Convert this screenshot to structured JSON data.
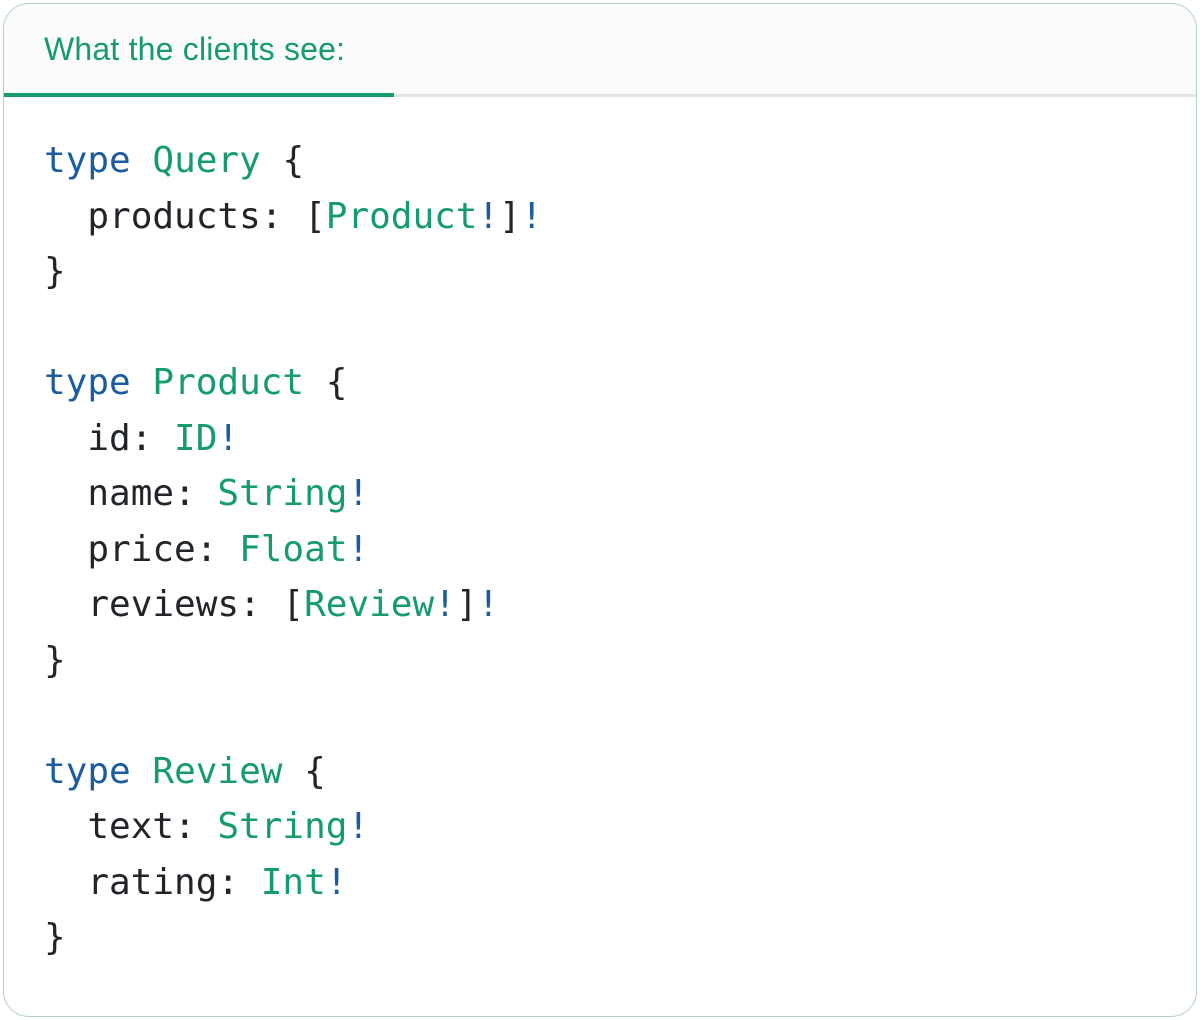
{
  "header": {
    "tab_label": "What the clients see:"
  },
  "colors": {
    "keyword": "#1a5c9f",
    "type_name": "#169a72",
    "plain": "#212529",
    "bang": "#1a5c9f",
    "tab_text": "#169a72",
    "tab_underline": "#169a72",
    "header_divider": "#e4e4e4",
    "header_bg": "#fbfbfb",
    "card_border": "#b2d4c3",
    "card_bg": "#ffffff"
  },
  "code": {
    "language": "graphql",
    "lines": [
      {
        "tokens": [
          [
            "keyword",
            "type"
          ],
          [
            "plain",
            " "
          ],
          [
            "type_name",
            "Query"
          ],
          [
            "plain",
            " {"
          ]
        ]
      },
      {
        "tokens": [
          [
            "plain",
            "  products: ["
          ],
          [
            "type_name",
            "Product"
          ],
          [
            "bang",
            "!"
          ],
          [
            "plain",
            "]"
          ],
          [
            "bang",
            "!"
          ]
        ]
      },
      {
        "tokens": [
          [
            "plain",
            "}"
          ]
        ]
      },
      {
        "tokens": []
      },
      {
        "tokens": [
          [
            "keyword",
            "type"
          ],
          [
            "plain",
            " "
          ],
          [
            "type_name",
            "Product"
          ],
          [
            "plain",
            " {"
          ]
        ]
      },
      {
        "tokens": [
          [
            "plain",
            "  id: "
          ],
          [
            "type_name",
            "ID"
          ],
          [
            "bang",
            "!"
          ]
        ]
      },
      {
        "tokens": [
          [
            "plain",
            "  name: "
          ],
          [
            "type_name",
            "String"
          ],
          [
            "bang",
            "!"
          ]
        ]
      },
      {
        "tokens": [
          [
            "plain",
            "  price: "
          ],
          [
            "type_name",
            "Float"
          ],
          [
            "bang",
            "!"
          ]
        ]
      },
      {
        "tokens": [
          [
            "plain",
            "  reviews: ["
          ],
          [
            "type_name",
            "Review"
          ],
          [
            "bang",
            "!"
          ],
          [
            "plain",
            "]"
          ],
          [
            "bang",
            "!"
          ]
        ]
      },
      {
        "tokens": [
          [
            "plain",
            "}"
          ]
        ]
      },
      {
        "tokens": []
      },
      {
        "tokens": [
          [
            "keyword",
            "type"
          ],
          [
            "plain",
            " "
          ],
          [
            "type_name",
            "Review"
          ],
          [
            "plain",
            " {"
          ]
        ]
      },
      {
        "tokens": [
          [
            "plain",
            "  text: "
          ],
          [
            "type_name",
            "String"
          ],
          [
            "bang",
            "!"
          ]
        ]
      },
      {
        "tokens": [
          [
            "plain",
            "  rating: "
          ],
          [
            "type_name",
            "Int"
          ],
          [
            "bang",
            "!"
          ]
        ]
      },
      {
        "tokens": [
          [
            "plain",
            "}"
          ]
        ]
      }
    ]
  }
}
